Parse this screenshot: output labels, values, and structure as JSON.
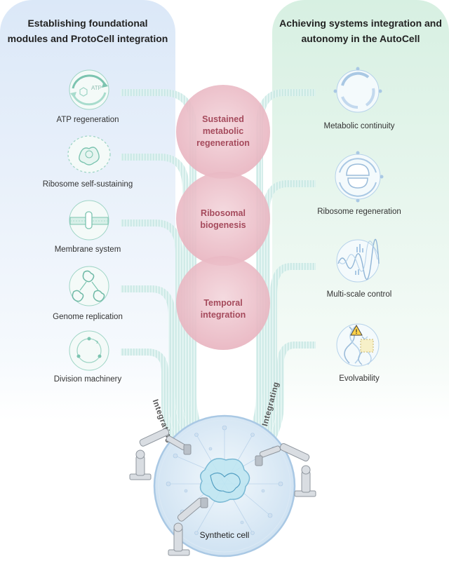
{
  "left_panel": {
    "title_line1": "Establishing foundational",
    "title_line2": "modules and ProtoCell integration",
    "modules": [
      {
        "label": "ATP regeneration",
        "icon": "atp-cycle-icon",
        "icon_text": "ATP"
      },
      {
        "label": "Ribosome self-sustaining",
        "icon": "ribosome-icon"
      },
      {
        "label": "Membrane system",
        "icon": "membrane-icon"
      },
      {
        "label": "Genome replication",
        "icon": "genome-icon"
      },
      {
        "label": "Division machinery",
        "icon": "division-icon"
      }
    ]
  },
  "right_panel": {
    "title_line1": "Achieving systems integration and",
    "title_line2": "autonomy in the AutoCell",
    "modules": [
      {
        "label": "Metabolic continuity",
        "icon": "metabolic-cycle-icon"
      },
      {
        "label": "Ribosome regeneration",
        "icon": "ribosome-regeneration-icon"
      },
      {
        "label": "Multi-scale control",
        "icon": "waveform-icon"
      },
      {
        "label": "Evolvability",
        "icon": "dna-warning-icon"
      }
    ]
  },
  "center": {
    "stages": [
      {
        "line1": "Sustained",
        "line2": "metabolic",
        "line3": "regeneration"
      },
      {
        "line1": "Ribosomal",
        "line2": "biogenesis",
        "line3": ""
      },
      {
        "line1": "Temporal",
        "line2": "integration",
        "line3": ""
      }
    ],
    "integrating_left": "Integrating",
    "integrating_right": "Integrating"
  },
  "bottom": {
    "cell_label": "Synthetic cell",
    "cell_icon": "synthetic-cell-icon",
    "robot_icon": "robotic-arm-icon"
  },
  "colors": {
    "left_panel": "#dbe8f8",
    "right_panel": "#d7f0e2",
    "icon_stroke": "#7cc4b0",
    "stage_fill": "#f0c6cf",
    "stage_text": "#a54a5c",
    "cell_fill": "#e3eef8"
  }
}
